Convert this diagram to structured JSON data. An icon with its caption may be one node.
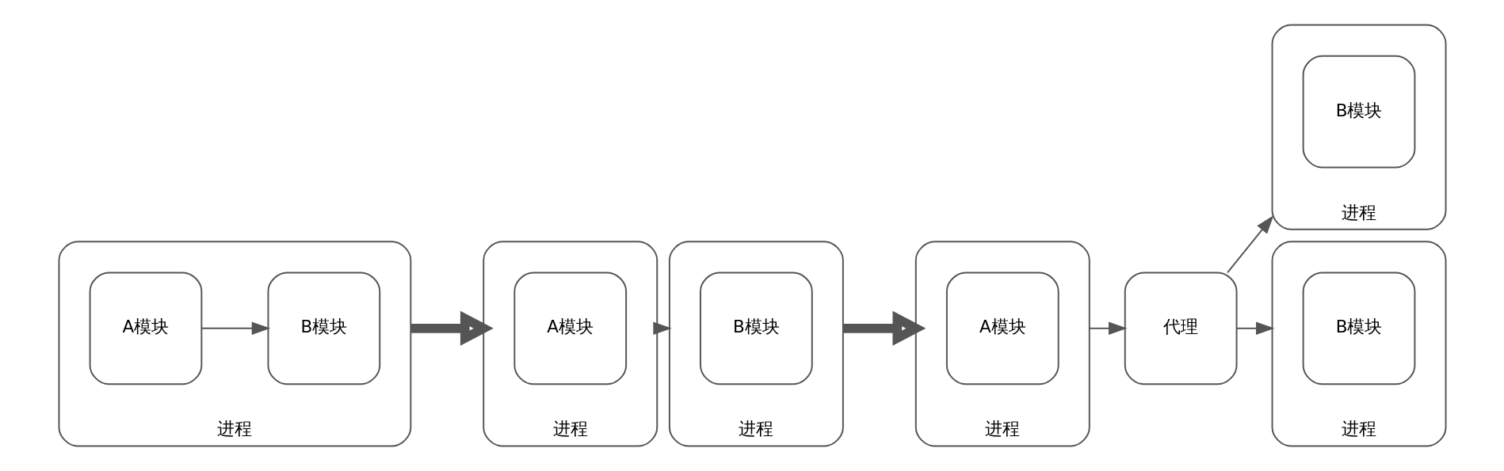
{
  "diagram": {
    "nodes": [
      {
        "text": [
          "进程"
        ]
      },
      {
        "text": [
          "A模块"
        ],
        "in": 0
      },
      {
        "text": [
          "B模块"
        ],
        "in": 0
      },
      {
        "text": [
          "进程"
        ]
      },
      {
        "text": [
          "A模块"
        ],
        "in": 3
      },
      {
        "text": [
          "进程"
        ]
      },
      {
        "text": [
          "B模块"
        ],
        "in": 5
      },
      {
        "text": [
          "进程"
        ]
      },
      {
        "text": [
          "A模块"
        ],
        "in": 7
      },
      {
        "text": [
          "代理"
        ]
      },
      {
        "text": [
          "进程"
        ]
      },
      {
        "text": [
          "B模块"
        ],
        "in": 10
      },
      {
        "text": [
          "进程"
        ]
      },
      {
        "text": [
          "B模块"
        ],
        "in": 12
      }
    ],
    "edges": [
      {
        "from": 1,
        "to": 2,
        "arrow": "to"
      },
      {
        "from": 0,
        "to": 3,
        "arrow": "to",
        "style": "thick"
      },
      {
        "from": 3,
        "to": 5,
        "arrow": "to"
      },
      {
        "from": 5,
        "to": 7,
        "arrow": "to",
        "style": "thick"
      },
      {
        "from": 7,
        "to": 9,
        "arrow": "to"
      },
      {
        "from": 9,
        "to": 10,
        "arrow": "to"
      },
      {
        "from": 9,
        "to": 12,
        "arrow": "to"
      }
    ]
  }
}
